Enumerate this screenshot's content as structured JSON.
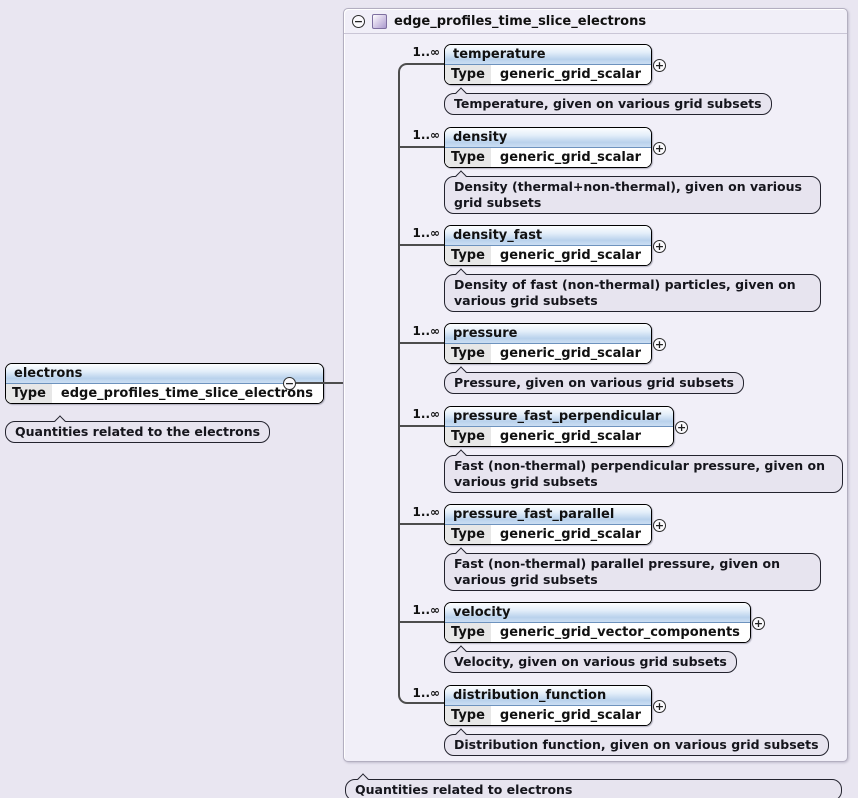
{
  "icons": {
    "collapse_glyph": "−",
    "expand_glyph": "+"
  },
  "root_element": {
    "name": "electrons",
    "type_label": "Type",
    "type_value": "edge_profiles_time_slice_electrons",
    "annotation": "Quantities related to the electrons"
  },
  "container": {
    "title": "edge_profiles_time_slice_electrons",
    "footer_annotation": "Quantities related to electrons"
  },
  "children": [
    {
      "occurrence": "1..∞",
      "name": "temperature",
      "type_label": "Type",
      "type_value": "generic_grid_scalar",
      "annotation": "Temperature, given on various grid subsets"
    },
    {
      "occurrence": "1..∞",
      "name": "density",
      "type_label": "Type",
      "type_value": "generic_grid_scalar",
      "annotation": "Density (thermal+non-thermal), given on various grid subsets"
    },
    {
      "occurrence": "1..∞",
      "name": "density_fast",
      "type_label": "Type",
      "type_value": "generic_grid_scalar",
      "annotation": "Density of fast (non-thermal) particles, given on various grid subsets"
    },
    {
      "occurrence": "1..∞",
      "name": "pressure",
      "type_label": "Type",
      "type_value": "generic_grid_scalar",
      "annotation": "Pressure, given on various grid subsets"
    },
    {
      "occurrence": "1..∞",
      "name": "pressure_fast_perpendicular",
      "type_label": "Type",
      "type_value": "generic_grid_scalar",
      "annotation": "Fast (non-thermal) perpendicular pressure, given on various grid subsets"
    },
    {
      "occurrence": "1..∞",
      "name": "pressure_fast_parallel",
      "type_label": "Type",
      "type_value": "generic_grid_scalar",
      "annotation": "Fast (non-thermal) parallel pressure, given on various grid subsets"
    },
    {
      "occurrence": "1..∞",
      "name": "velocity",
      "type_label": "Type",
      "type_value": "generic_grid_vector_components",
      "annotation": "Velocity, given on various grid subsets"
    },
    {
      "occurrence": "1..∞",
      "name": "distribution_function",
      "type_label": "Type",
      "type_value": "generic_grid_scalar",
      "annotation": "Distribution function, given on various grid subsets"
    }
  ],
  "colors": {
    "page_bg": "#e9e6f1",
    "panel_bg": "#f1eff8",
    "element_header_blue": "#b9d2ec",
    "annotation_bg": "#e7e4ef",
    "sequence_fill": "#f6f2cb",
    "line": "#4d4d4d"
  }
}
